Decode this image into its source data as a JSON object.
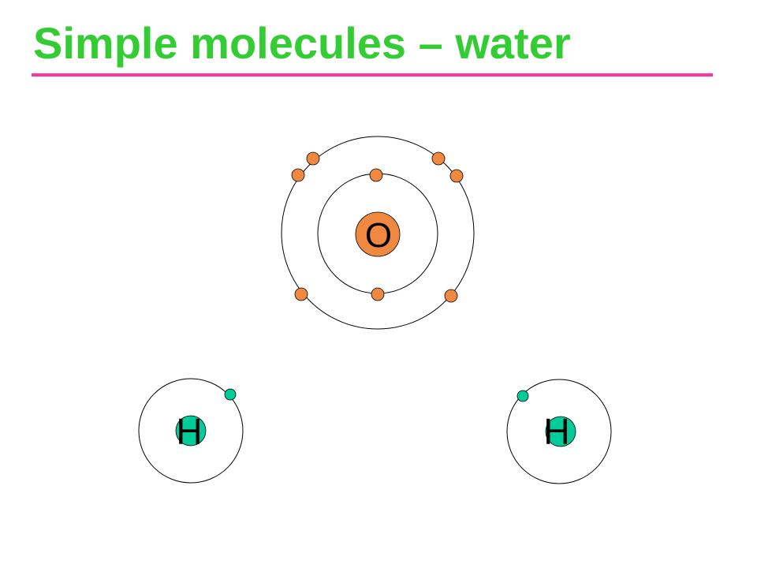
{
  "title": "Simple molecules – water",
  "colors": {
    "title": "#33cc33",
    "rule": "#ff3399",
    "oxygen": "#f0883f",
    "hydrogen": "#00cc99"
  },
  "atoms": {
    "oxygen": {
      "symbol": "O",
      "inner_shell_electrons": 2,
      "outer_shell_electrons": 6
    },
    "hydrogen_left": {
      "symbol": "H",
      "shell_electrons": 1
    },
    "hydrogen_right": {
      "symbol": "H",
      "shell_electrons": 1
    }
  }
}
